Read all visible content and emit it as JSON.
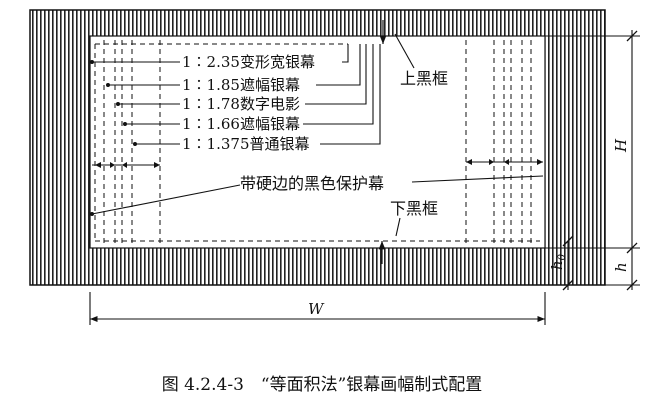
{
  "figure": {
    "screen_format_labels": [
      "1∶2.35变形宽银幕",
      "1∶1.85遮幅银幕",
      "1∶1.78数字电影",
      "1∶1.66遮幅银幕",
      "1∶1.375普通银幕"
    ],
    "label_top_frame": "上黑框",
    "label_bottom_frame": "下黑框",
    "label_protective_curtain": "带硬边的黑色保护幕",
    "dim_H": "H",
    "dim_h": "h",
    "dim_h0": "h",
    "dim_h0_sub": "0",
    "dim_W": "W",
    "caption": "图 4.2.4-3　“等面积法”银幕画幅制式配置"
  }
}
